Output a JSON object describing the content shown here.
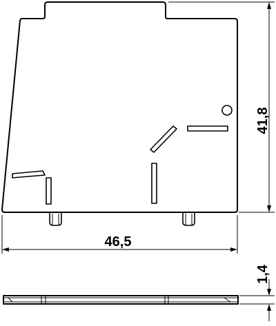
{
  "drawing": {
    "dimensions": {
      "width": "46,5",
      "height": "41,8",
      "thickness": "1,4"
    }
  }
}
